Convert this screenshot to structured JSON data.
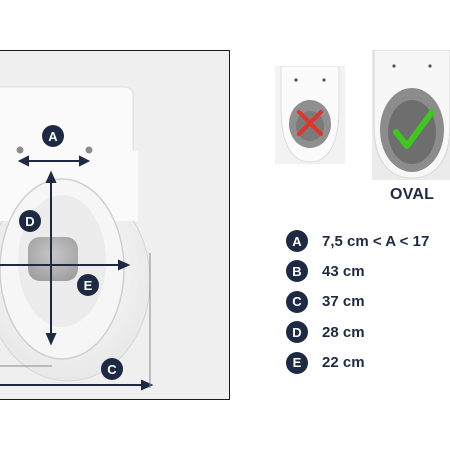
{
  "diagram": {
    "markers": [
      "A",
      "D",
      "E",
      "C"
    ]
  },
  "comparison": {
    "bad_shape_icon": "red-x-icon",
    "good_shape_icon": "green-check-icon",
    "good_shape_label": "OVAL"
  },
  "legend": {
    "items": [
      {
        "letter": "A",
        "value": "7,5 cm < A < 17"
      },
      {
        "letter": "B",
        "value": "43 cm"
      },
      {
        "letter": "C",
        "value": "37 cm"
      },
      {
        "letter": "D",
        "value": "28 cm"
      },
      {
        "letter": "E",
        "value": "22 cm"
      }
    ]
  },
  "colors": {
    "navy": "#1e2a44",
    "cross": "#e0342c",
    "check": "#3ec81d",
    "panel": "#efefef"
  }
}
